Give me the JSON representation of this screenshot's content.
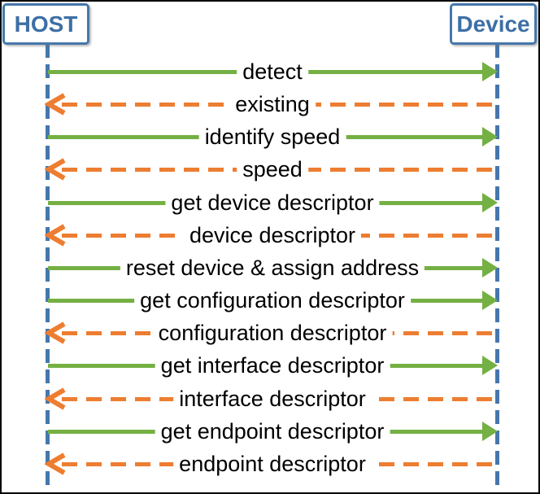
{
  "diagram": {
    "type": "sequence-diagram",
    "actors": [
      {
        "id": "host",
        "label": "HOST"
      },
      {
        "id": "device",
        "label": "Device"
      }
    ],
    "colors": {
      "actor_border_blue": "#4677AC",
      "actor_text_blue": "#3D6FA5",
      "request_green": "#74B043",
      "response_orange": "#ED7D31",
      "label_text": "#000000",
      "background": "#FFFFFF"
    },
    "messages": [
      {
        "label": "detect",
        "from": "host",
        "to": "device",
        "style": "solid-green"
      },
      {
        "label": "existing",
        "from": "device",
        "to": "host",
        "style": "dashed-orange"
      },
      {
        "label": "identify speed",
        "from": "host",
        "to": "device",
        "style": "solid-green"
      },
      {
        "label": "speed",
        "from": "device",
        "to": "host",
        "style": "dashed-orange"
      },
      {
        "label": "get device descriptor",
        "from": "host",
        "to": "device",
        "style": "solid-green"
      },
      {
        "label": "device descriptor",
        "from": "device",
        "to": "host",
        "style": "dashed-orange"
      },
      {
        "label": "reset device & assign address",
        "from": "host",
        "to": "device",
        "style": "solid-green"
      },
      {
        "label": "get configuration descriptor",
        "from": "host",
        "to": "device",
        "style": "solid-green"
      },
      {
        "label": "configuration descriptor",
        "from": "device",
        "to": "host",
        "style": "dashed-orange"
      },
      {
        "label": "get interface descriptor",
        "from": "host",
        "to": "device",
        "style": "solid-green"
      },
      {
        "label": "interface descriptor",
        "from": "device",
        "to": "host",
        "style": "dashed-orange"
      },
      {
        "label": "get endpoint descriptor",
        "from": "host",
        "to": "device",
        "style": "solid-green"
      },
      {
        "label": "endpoint descriptor",
        "from": "device",
        "to": "host",
        "style": "dashed-orange"
      }
    ]
  }
}
